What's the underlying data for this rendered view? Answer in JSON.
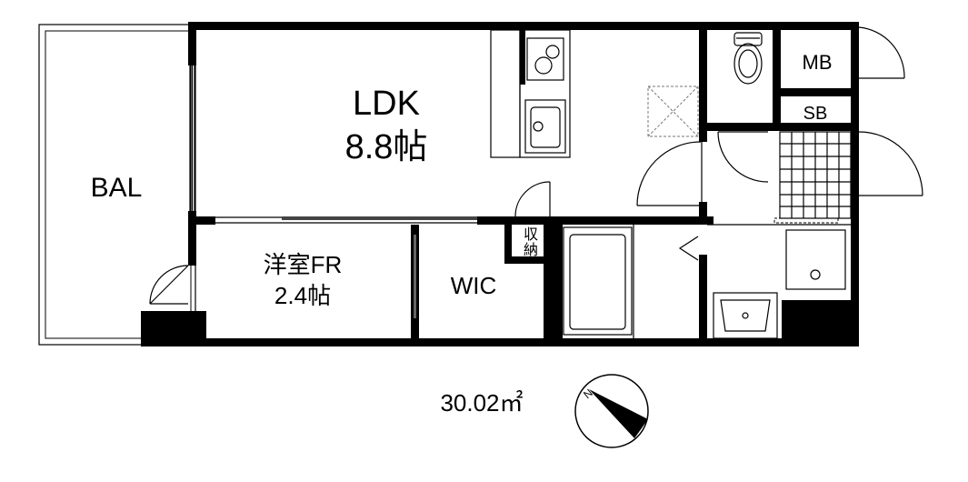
{
  "rooms": {
    "bal": "BAL",
    "ldk_name": "LDK",
    "ldk_size": "8.8帖",
    "western_name": "洋室FR",
    "western_size": "2.4帖",
    "wic": "WIC",
    "storage_top": "収",
    "storage_bottom": "納",
    "mb": "MB",
    "sb": "SB"
  },
  "area": "30.02㎡",
  "compass": {
    "label": "N"
  }
}
